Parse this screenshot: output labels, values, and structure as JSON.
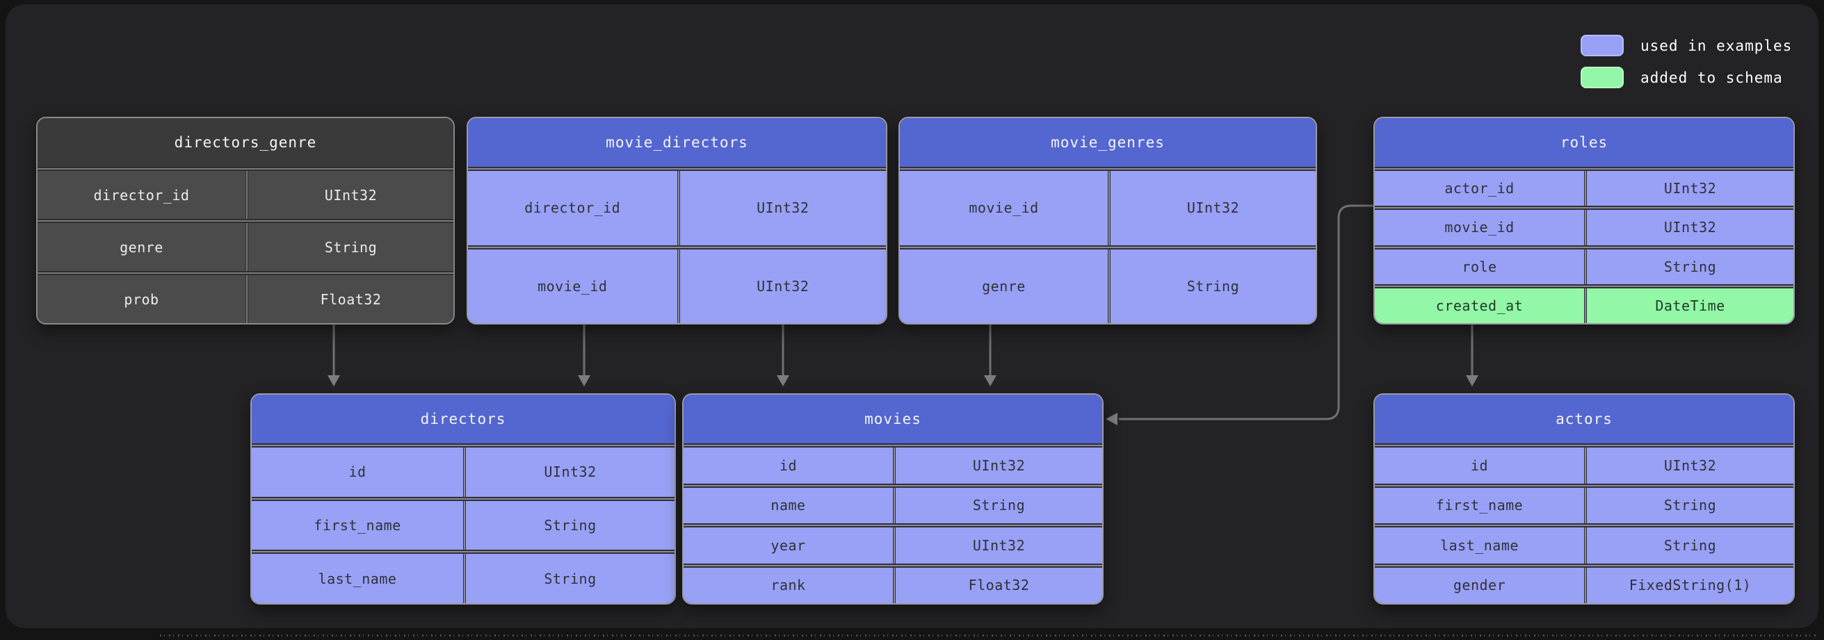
{
  "legend": {
    "items": [
      {
        "label": "used in examples",
        "swatch": "example"
      },
      {
        "label": "added to schema",
        "swatch": "added"
      }
    ]
  },
  "colors": {
    "example_header": "#5466d0",
    "example_fill": "#98a1f5",
    "added_fill": "#92f7a6",
    "muted_header": "#3a3a3a",
    "muted_fill": "#4b4b4b",
    "connector": "#6f6f75"
  },
  "tables": [
    {
      "name": "directors_genre",
      "variant": "muted",
      "fields": [
        {
          "name": "director_id",
          "type": "UInt32"
        },
        {
          "name": "genre",
          "type": "String"
        },
        {
          "name": "prob",
          "type": "Float32"
        }
      ]
    },
    {
      "name": "movie_directors",
      "variant": "example",
      "fields": [
        {
          "name": "director_id",
          "type": "UInt32"
        },
        {
          "name": "movie_id",
          "type": "UInt32"
        }
      ]
    },
    {
      "name": "movie_genres",
      "variant": "example",
      "fields": [
        {
          "name": "movie_id",
          "type": "UInt32"
        },
        {
          "name": "genre",
          "type": "String"
        }
      ]
    },
    {
      "name": "roles",
      "variant": "example",
      "fields": [
        {
          "name": "actor_id",
          "type": "UInt32"
        },
        {
          "name": "movie_id",
          "type": "UInt32"
        },
        {
          "name": "role",
          "type": "String"
        },
        {
          "name": "created_at",
          "type": "DateTime",
          "highlight": "added"
        }
      ]
    },
    {
      "name": "directors",
      "variant": "example",
      "fields": [
        {
          "name": "id",
          "type": "UInt32"
        },
        {
          "name": "first_name",
          "type": "String"
        },
        {
          "name": "last_name",
          "type": "String"
        }
      ]
    },
    {
      "name": "movies",
      "variant": "example",
      "fields": [
        {
          "name": "id",
          "type": "UInt32"
        },
        {
          "name": "name",
          "type": "String"
        },
        {
          "name": "year",
          "type": "UInt32"
        },
        {
          "name": "rank",
          "type": "Float32"
        }
      ]
    },
    {
      "name": "actors",
      "variant": "example",
      "fields": [
        {
          "name": "id",
          "type": "UInt32"
        },
        {
          "name": "first_name",
          "type": "String"
        },
        {
          "name": "last_name",
          "type": "String"
        },
        {
          "name": "gender",
          "type": "FixedString(1)"
        }
      ]
    }
  ],
  "relations": [
    {
      "from": "directors_genre",
      "to": "directors"
    },
    {
      "from": "movie_directors",
      "to": "directors"
    },
    {
      "from": "movie_directors",
      "to": "movies"
    },
    {
      "from": "movie_genres",
      "to": "movies"
    },
    {
      "from": "roles",
      "to": "movies"
    },
    {
      "from": "roles",
      "to": "actors"
    }
  ]
}
